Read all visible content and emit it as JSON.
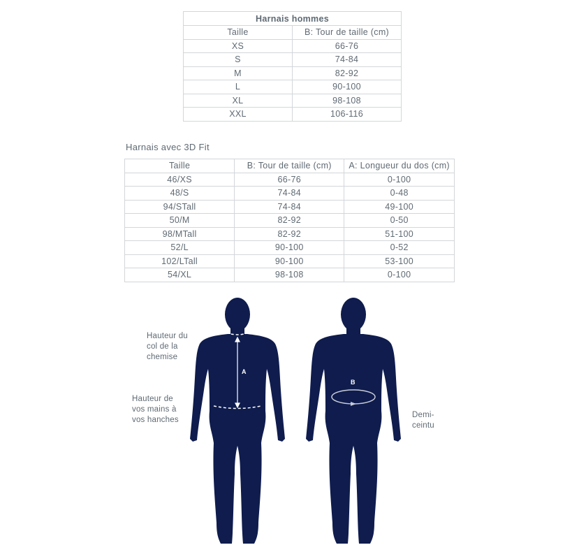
{
  "table_men": {
    "caption": "Harnais hommes",
    "headers": [
      "Taille",
      "B: Tour de taille (cm)"
    ],
    "rows": [
      [
        "XS",
        "66-76"
      ],
      [
        "S",
        "74-84"
      ],
      [
        "M",
        "82-92"
      ],
      [
        "L",
        "90-100"
      ],
      [
        "XL",
        "98-108"
      ],
      [
        "XXL",
        "106-116"
      ]
    ]
  },
  "table_3d": {
    "title": "Harnais avec 3D Fit",
    "headers": [
      "Taille",
      "B: Tour de taille (cm)",
      "A: Longueur du dos (cm)"
    ],
    "rows": [
      [
        "46/XS",
        "66-76",
        "0-100"
      ],
      [
        "48/S",
        "74-84",
        "0-48"
      ],
      [
        "94/STall",
        "74-84",
        "49-100"
      ],
      [
        "50/M",
        "82-92",
        "0-50"
      ],
      [
        "98/MTall",
        "82-92",
        "51-100"
      ],
      [
        "52/L",
        "90-100",
        "0-52"
      ],
      [
        "102/LTall",
        "90-100",
        "53-100"
      ],
      [
        "54/XL",
        "98-108",
        "0-100"
      ]
    ]
  },
  "figure": {
    "label_collar": "Hauteur du\ncol de la\nchemise",
    "label_hips": "Hauteur de\nvos mains à\nvos hanches",
    "label_half_belt": "Demi-\nceintu",
    "marker_a": "A",
    "marker_b": "B",
    "body_color": "#0f1c4d"
  }
}
